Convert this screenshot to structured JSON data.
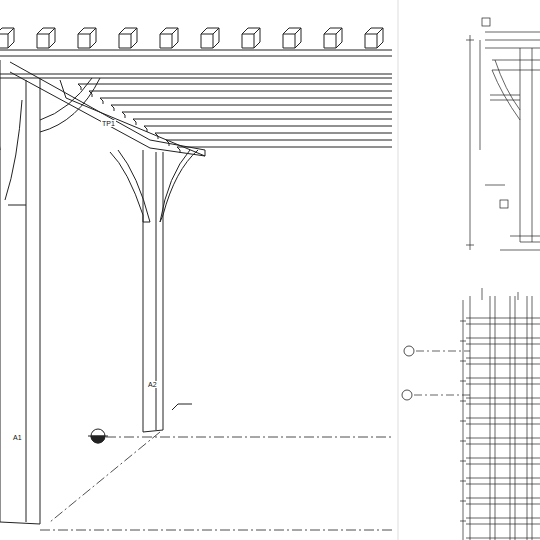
{
  "diagram": {
    "labels": [
      "TP1",
      "A1",
      "A2"
    ]
  }
}
